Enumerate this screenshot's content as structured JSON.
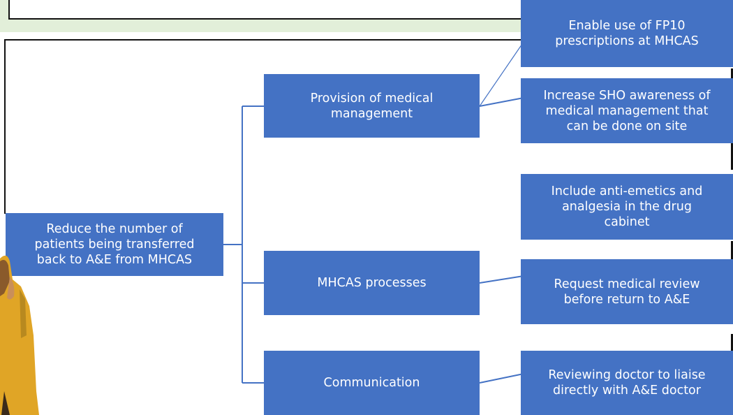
{
  "diagram": {
    "root": {
      "label": "Reduce the number of\npatients  being transferred\nback to A&E from MHCAS"
    },
    "primary": [
      {
        "label": "Provision of medical\nmanagement"
      },
      {
        "label": "MHCAS processes"
      },
      {
        "label": "Communication"
      }
    ],
    "secondary": [
      {
        "label": "Enable use of FP10\nprescriptions at MHCAS"
      },
      {
        "label": "Increase SHO awareness of\nmedical management that\ncan be done on site"
      },
      {
        "label": "Include anti-emetics and\nanalgesia in the drug\ncabinet"
      },
      {
        "label": "Request medical review\nbefore return to A&E"
      },
      {
        "label": "Reviewing doctor to liaise\ndirectly with A&E doctor"
      }
    ]
  },
  "colors": {
    "box_fill": "#4472c4",
    "box_text": "#ffffff",
    "top_band": "#e2efd9",
    "line": "#4472c4"
  }
}
